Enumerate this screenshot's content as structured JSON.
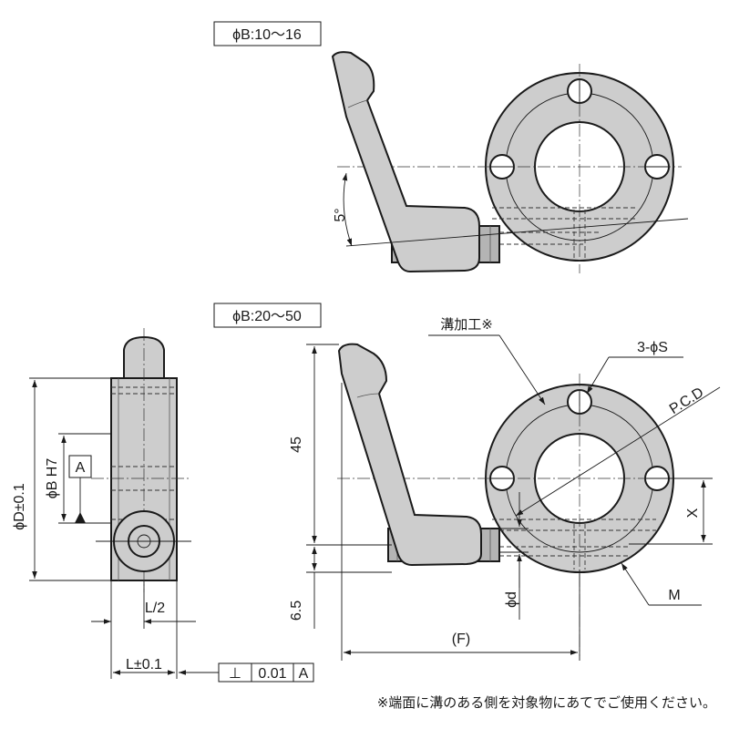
{
  "top_view": {
    "range_label": "ϕB:10～16",
    "angle_label": "5°"
  },
  "bottom_view": {
    "range_label": "ϕB:20～50",
    "groove_label": "溝加工※",
    "hole_label": "3-ϕS",
    "pcd_label": "P.C.D",
    "dim_45": "45",
    "dim_6_5": "6.5",
    "dim_F": "(F)",
    "dim_X": "X",
    "dim_d": "ϕd",
    "label_M": "M"
  },
  "side_view": {
    "dim_D": "ϕD±0.1",
    "dim_B": "ϕB H7",
    "datum": "A",
    "dim_L_half": "L/2",
    "dim_L": "L±0.1",
    "tolerance": {
      "symbol": "⊥",
      "value": "0.01",
      "datum": "A"
    }
  },
  "footnote": "※端面に溝のある側を対象物にあてでご使用ください。"
}
